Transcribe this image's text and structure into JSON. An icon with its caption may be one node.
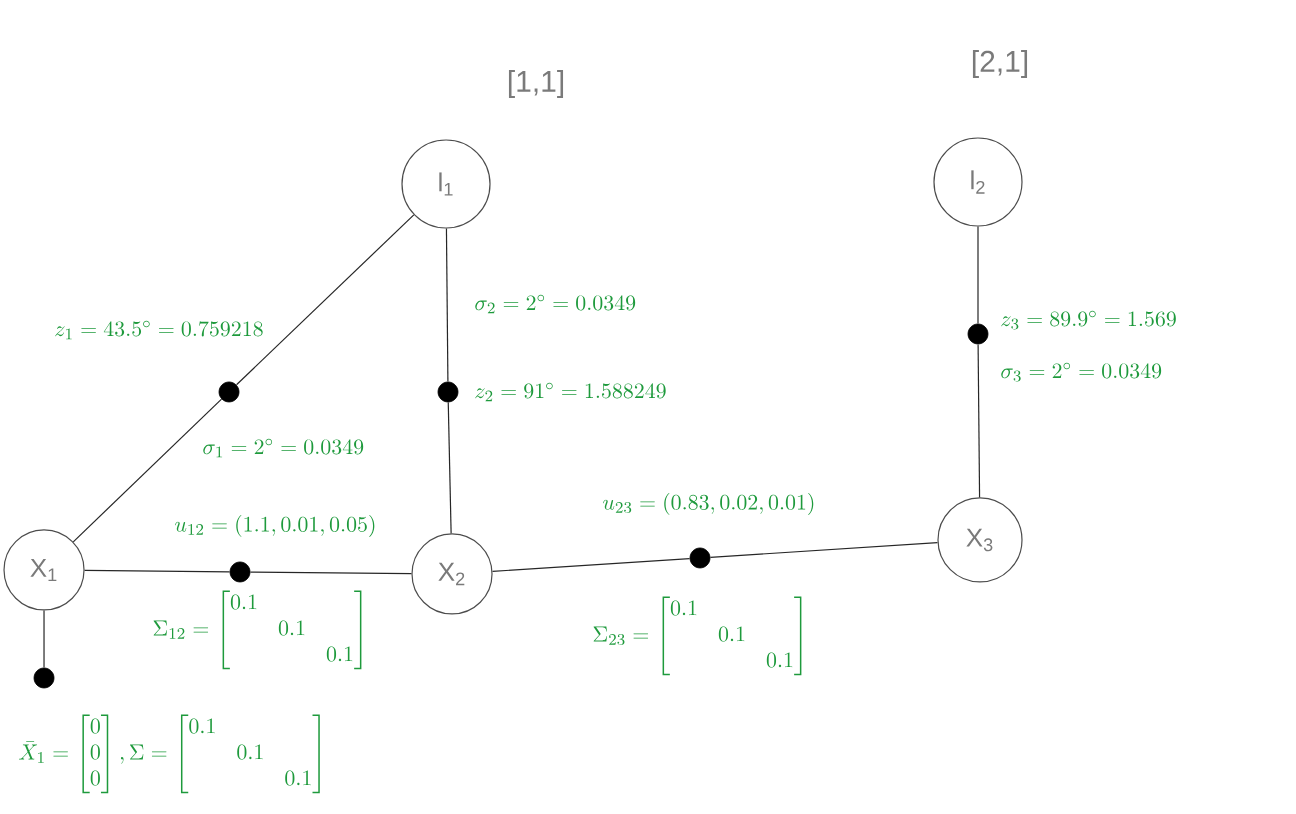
{
  "diagram": {
    "nodes": [
      {
        "text": [
          "l$_{1}$"
        ],
        "beside": [
          "[1,1]"
        ]
      },
      {
        "text": [
          "l$_{2}$"
        ],
        "beside": [
          "[2,1]"
        ]
      },
      {
        "text": [
          "X$_{1}$"
        ]
      },
      {
        "text": [
          "X$_{2}$"
        ]
      },
      {
        "text": [
          "X$_{3}$"
        ]
      },
      {
        "text": [],
        "shape": "circle",
        "beside": [
          "z_3 = 89.9^\\circ = 1.569",
          "\\sigma_3 = 2^\\circ = 0.0349"
        ]
      },
      {
        "text": [],
        "shape": "circle",
        "beside": [
          "z_1 = 43.5^\\circ = 0.759218",
          "\\sigma_1 = 2^\\circ = 0.0349"
        ]
      },
      {
        "text": [],
        "shape": "circle",
        "beside": [
          "\\sigma_2 = 2^\\circ = 0.0349",
          "z_2 = 91^\\circ = 1.588249"
        ]
      },
      {
        "text": [],
        "shape": "circle",
        "beside": [
          "u_{12} = (1.1, 0.01, 0.05)",
          "\\Sigma_{12} = \\begin{bmatrix}0.1 & & \\\\ & 0.1 & \\\\ & & 0.1\\end{bmatrix}"
        ]
      },
      {
        "text": [],
        "shape": "circle",
        "beside": [
          "u_{23} = (0.83, 0.02, 0.01)",
          "\\Sigma_{23} = \\begin{bmatrix}0.1 & & \\\\ & 0.1 & \\\\ & & 0.1\\end{bmatrix}"
        ]
      },
      {
        "text": [],
        "shape": "circle",
        "beside": [
          "\\bar{X}_1 = \\begin{bmatrix}0\\\\0\\\\0\\end{bmatrix}, \\Sigma = \\begin{bmatrix}0.1 & & \\\\ & 0.1 & \\\\ & & 0.1\\end{bmatrix}"
        ]
      }
    ],
    "edges": [
      {
        "from": 2,
        "to": 6,
        "arrow": "none"
      },
      {
        "from": 6,
        "to": 0,
        "arrow": "none"
      },
      {
        "from": 0,
        "to": 7,
        "arrow": "none"
      },
      {
        "from": 7,
        "to": 3,
        "arrow": "none"
      },
      {
        "from": 1,
        "to": 5,
        "arrow": "none"
      },
      {
        "from": 5,
        "to": 4,
        "arrow": "none"
      },
      {
        "from": 2,
        "to": 8,
        "arrow": "none"
      },
      {
        "from": 8,
        "to": 3,
        "arrow": "none"
      },
      {
        "from": 3,
        "to": 9,
        "arrow": "none"
      },
      {
        "from": 9,
        "to": 4,
        "arrow": "none"
      },
      {
        "from": 2,
        "to": 10,
        "arrow": "none"
      }
    ]
  }
}
